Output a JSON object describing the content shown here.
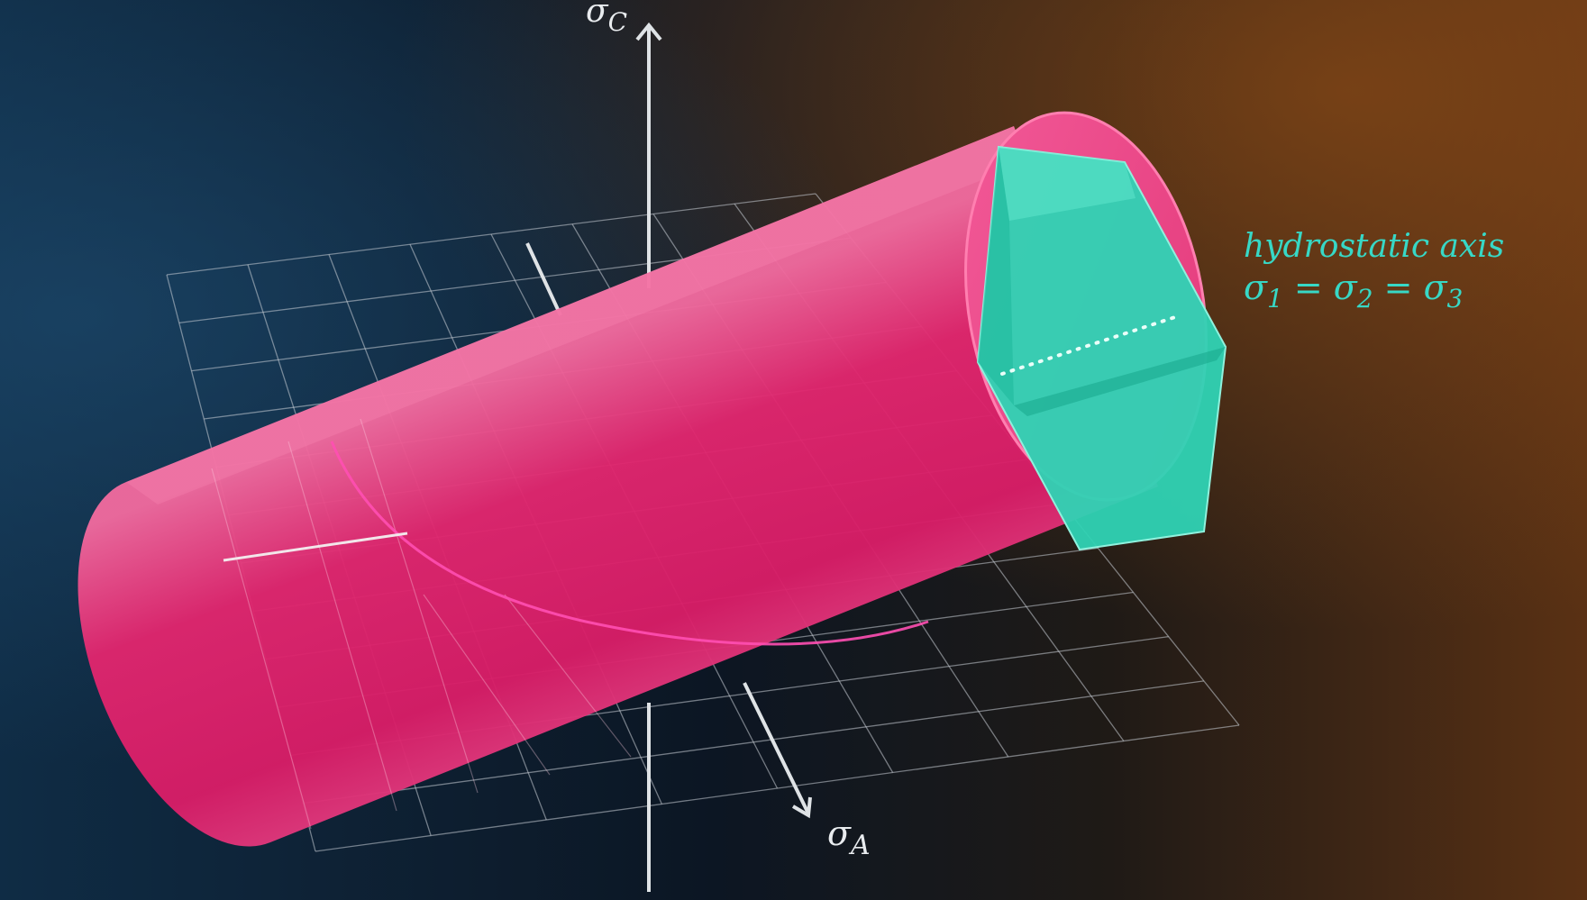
{
  "axes": {
    "c_label": "σ",
    "c_sub": "C",
    "a_label": "σ",
    "a_sub": "A"
  },
  "annotation": {
    "title": "hydrostatic axis",
    "eq_parts": [
      "σ",
      "1",
      " = ",
      "σ",
      "2",
      " = ",
      "σ",
      "3"
    ]
  },
  "colors": {
    "cylinder": "#e0266e",
    "prism": "#2fd3b4",
    "annotation": "#37d8c6",
    "axes": "#dfe3e6",
    "grid": "#c9ced6",
    "bg_left": "#0f2b44",
    "bg_right": "#6a3712"
  }
}
